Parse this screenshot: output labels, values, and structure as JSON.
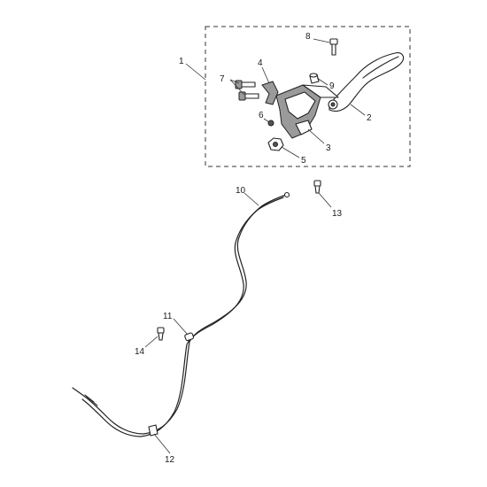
{
  "callouts": [
    {
      "n": "1"
    },
    {
      "n": "2"
    },
    {
      "n": "3"
    },
    {
      "n": "4"
    },
    {
      "n": "5"
    },
    {
      "n": "6"
    },
    {
      "n": "7"
    },
    {
      "n": "8"
    },
    {
      "n": "9"
    },
    {
      "n": "10"
    },
    {
      "n": "11"
    },
    {
      "n": "12"
    },
    {
      "n": "13"
    },
    {
      "n": "14"
    }
  ]
}
